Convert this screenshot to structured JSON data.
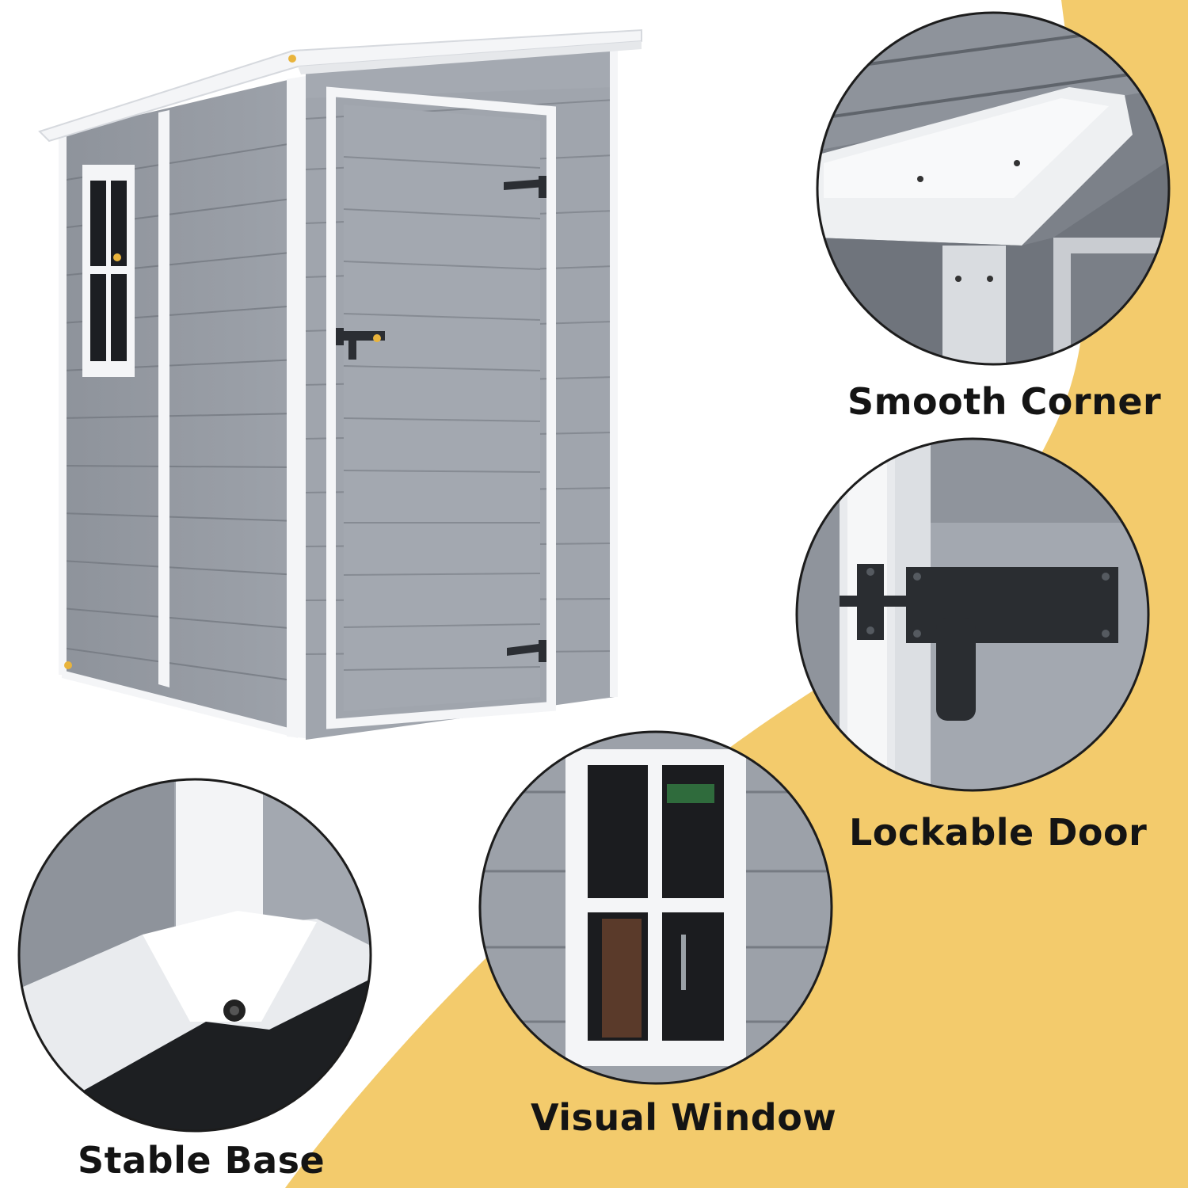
{
  "colors": {
    "background": "#ffffff",
    "accent_yellow": "#f3cb6c",
    "shed_panel": "#9ea3ab",
    "shed_panel_dark": "#8a8f97",
    "trim_white": "#f7f8fa",
    "hardware_black": "#2b2e33",
    "marker_dot": "#e9b43c"
  },
  "features": [
    {
      "caption": "Smooth Corner",
      "icon": "roof-corner-detail"
    },
    {
      "caption": "Lockable Door",
      "icon": "barrel-bolt-lock-detail"
    },
    {
      "caption": "Visual Window",
      "icon": "window-detail"
    },
    {
      "caption": "Stable Base",
      "icon": "base-corner-detail"
    }
  ]
}
